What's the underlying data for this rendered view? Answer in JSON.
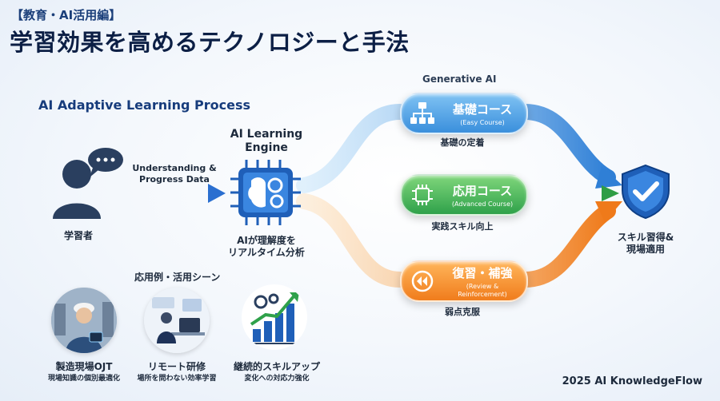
{
  "header": {
    "tag": "【教育・AI活用編】",
    "title": "学習効果を高めるテクノロジーと手法"
  },
  "process": {
    "title": "AI Adaptive Learning Process",
    "learner_label": "学習者",
    "data_flow_line1": "Understanding &",
    "data_flow_line2": "Progress Data",
    "engine_title_line1": "AI Learning",
    "engine_title_line2": "Engine",
    "engine_caption_line1": "AIが理解度を",
    "engine_caption_line2": "リアルタイム分析",
    "generative_label": "Generative AI",
    "courses": [
      {
        "main": "基礎コース",
        "sub": "(Easy Course)",
        "caption": "基礎の定着",
        "color": "#3a8fdc"
      },
      {
        "main": "応用コース",
        "sub": "(Advanced Course)",
        "caption": "実践スキル向上",
        "color": "#2fa14a"
      },
      {
        "main": "復習・補強",
        "sub_line1": "(Review &",
        "sub_line2": "Reinforcement)",
        "caption": "弱点克服",
        "color": "#f07c1c"
      }
    ],
    "outcome_line1": "スキル習得&",
    "outcome_line2": "現場適用"
  },
  "examples": {
    "title": "応用例・活用シーン",
    "items": [
      {
        "title": "製造現場OJT",
        "subtitle": "現場知識の個別最適化"
      },
      {
        "title": "リモート研修",
        "subtitle": "場所を問わない効率学習"
      },
      {
        "title": "継続的スキルアップ",
        "subtitle": "変化への対応力強化"
      }
    ]
  },
  "footer": {
    "brand": "2025 AI KnowledgeFlow"
  }
}
